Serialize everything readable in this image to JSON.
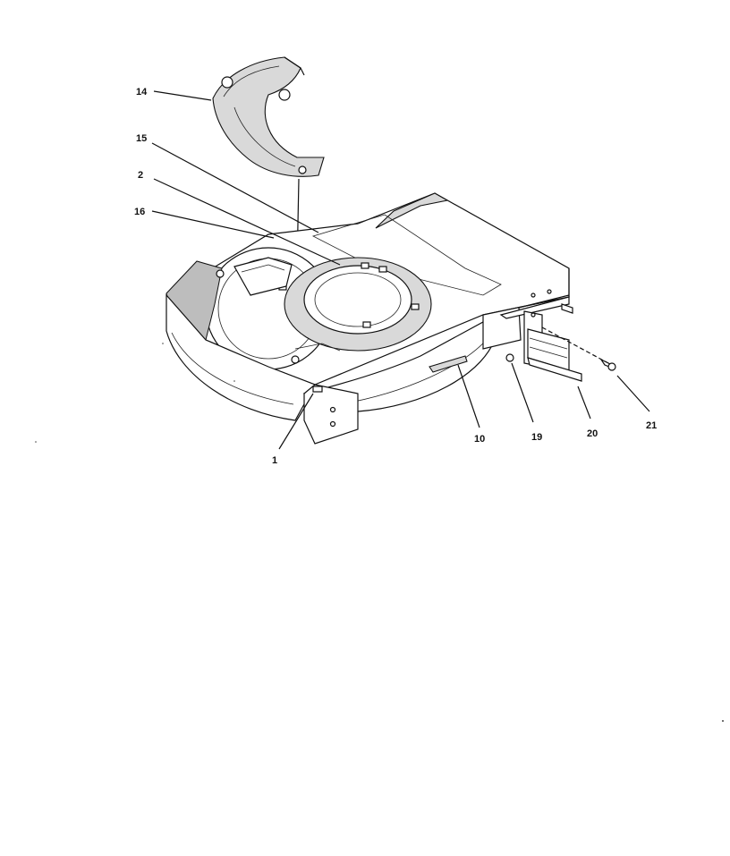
{
  "callouts": [
    {
      "id": "c14",
      "label": "14"
    },
    {
      "id": "c15",
      "label": "15"
    },
    {
      "id": "c2",
      "label": "2"
    },
    {
      "id": "c16",
      "label": "16"
    },
    {
      "id": "c1",
      "label": "1"
    },
    {
      "id": "c10",
      "label": "10"
    },
    {
      "id": "c19",
      "label": "19"
    },
    {
      "id": "c20",
      "label": "20"
    },
    {
      "id": "c21",
      "label": "21"
    }
  ]
}
